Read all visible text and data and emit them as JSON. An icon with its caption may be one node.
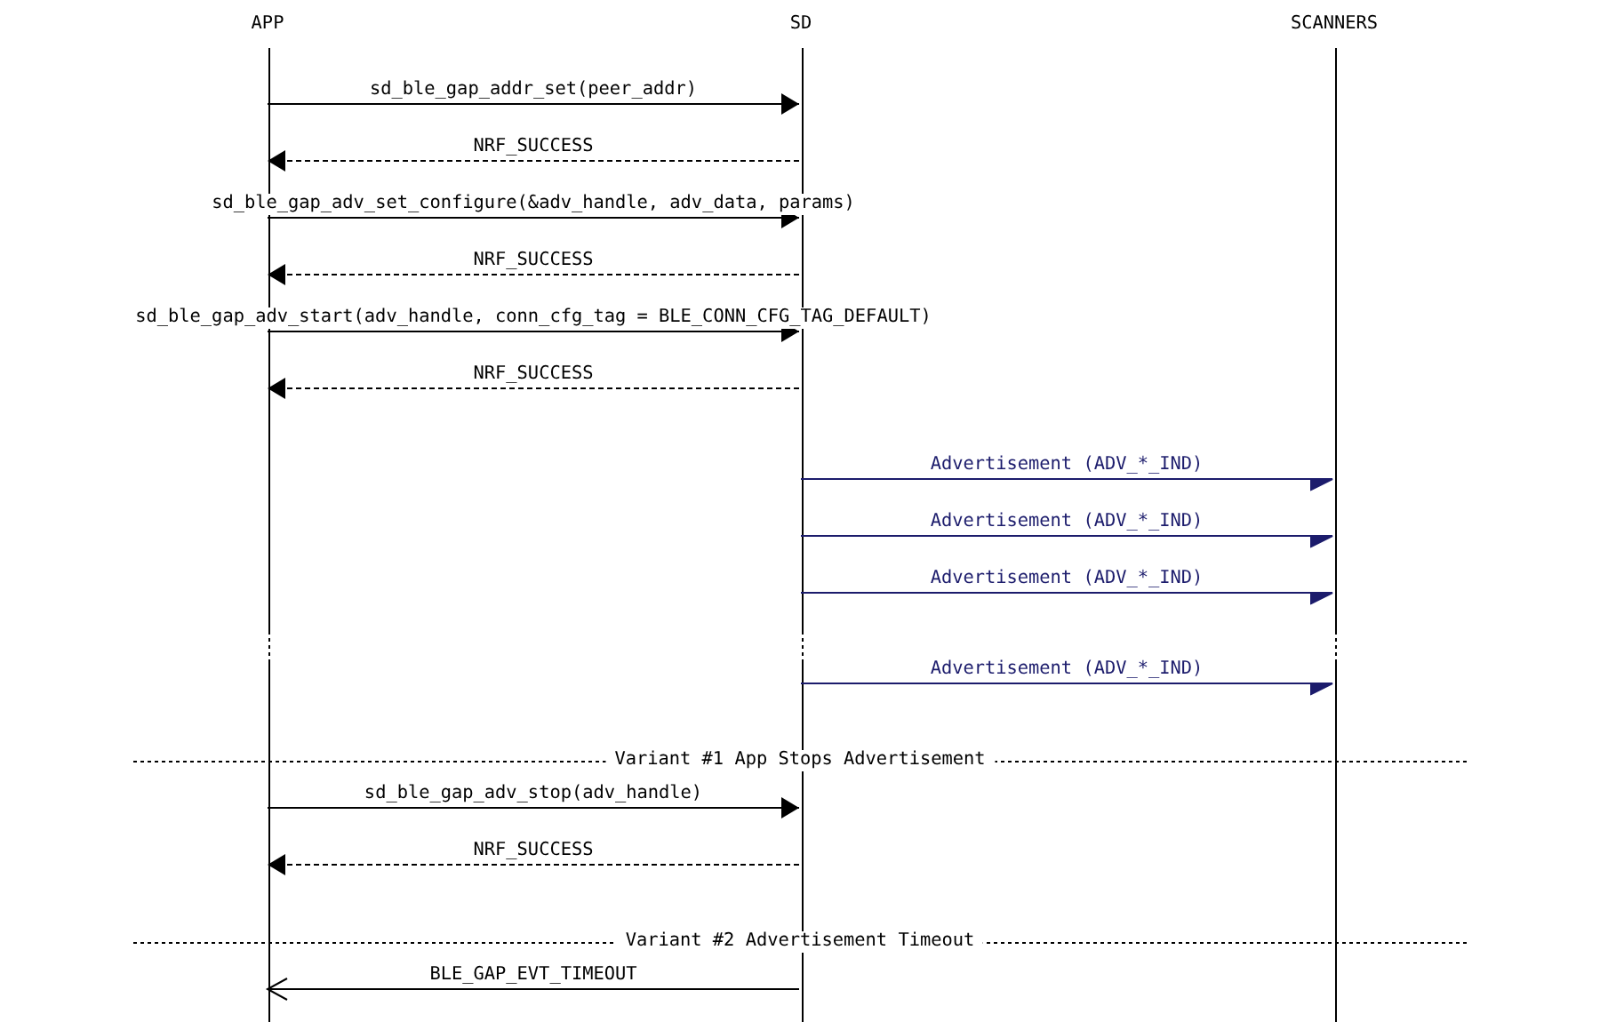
{
  "diagram": {
    "nodes": [
      {
        "text": [
          "APP"
        ]
      },
      {
        "text": [
          "SD"
        ]
      },
      {
        "text": [
          "SCANNERS"
        ]
      }
    ],
    "edges": [
      {
        "from": 0,
        "to": 1,
        "arrow": "to",
        "label": "sd_ble_gap_addr_set(peer_addr)"
      },
      {
        "from": 1,
        "to": 0,
        "arrow": "to",
        "label": "NRF_SUCCESS",
        "style": "dashed"
      },
      {
        "from": 0,
        "to": 1,
        "arrow": "to",
        "label": "sd_ble_gap_adv_set_configure(&adv_handle, adv_data, params)"
      },
      {
        "from": 1,
        "to": 0,
        "arrow": "to",
        "label": "NRF_SUCCESS",
        "style": "dashed"
      },
      {
        "from": 0,
        "to": 1,
        "arrow": "to",
        "label": "sd_ble_gap_adv_start(adv_handle, conn_cfg_tag = BLE_CONN_CFG_TAG_DEFAULT)"
      },
      {
        "from": 1,
        "to": 0,
        "arrow": "to",
        "label": "NRF_SUCCESS",
        "style": "dashed"
      },
      {
        "from": 1,
        "to": 2,
        "arrow": "to",
        "label": "Advertisement (ADV_*_IND)",
        "color": "#1c1c6c"
      },
      {
        "from": 1,
        "to": 2,
        "arrow": "to",
        "label": "Advertisement (ADV_*_IND)",
        "color": "#1c1c6c"
      },
      {
        "from": 1,
        "to": 2,
        "arrow": "to",
        "label": "Advertisement (ADV_*_IND)",
        "color": "#1c1c6c"
      },
      {
        "from": 1,
        "to": 2,
        "arrow": "to",
        "label": "Advertisement (ADV_*_IND)",
        "color": "#1c1c6c"
      },
      {
        "from": 0,
        "to": 1,
        "arrow": "to",
        "label": "sd_ble_gap_adv_stop(adv_handle)"
      },
      {
        "from": 1,
        "to": 0,
        "arrow": "to",
        "label": "NRF_SUCCESS",
        "style": "dashed"
      },
      {
        "from": 1,
        "to": 0,
        "arrow": "to",
        "label": "BLE_GAP_EVT_TIMEOUT"
      }
    ],
    "labels": [
      "Variant #1 App Stops Advertisement",
      "Variant #2 Advertisement Timeout"
    ]
  }
}
